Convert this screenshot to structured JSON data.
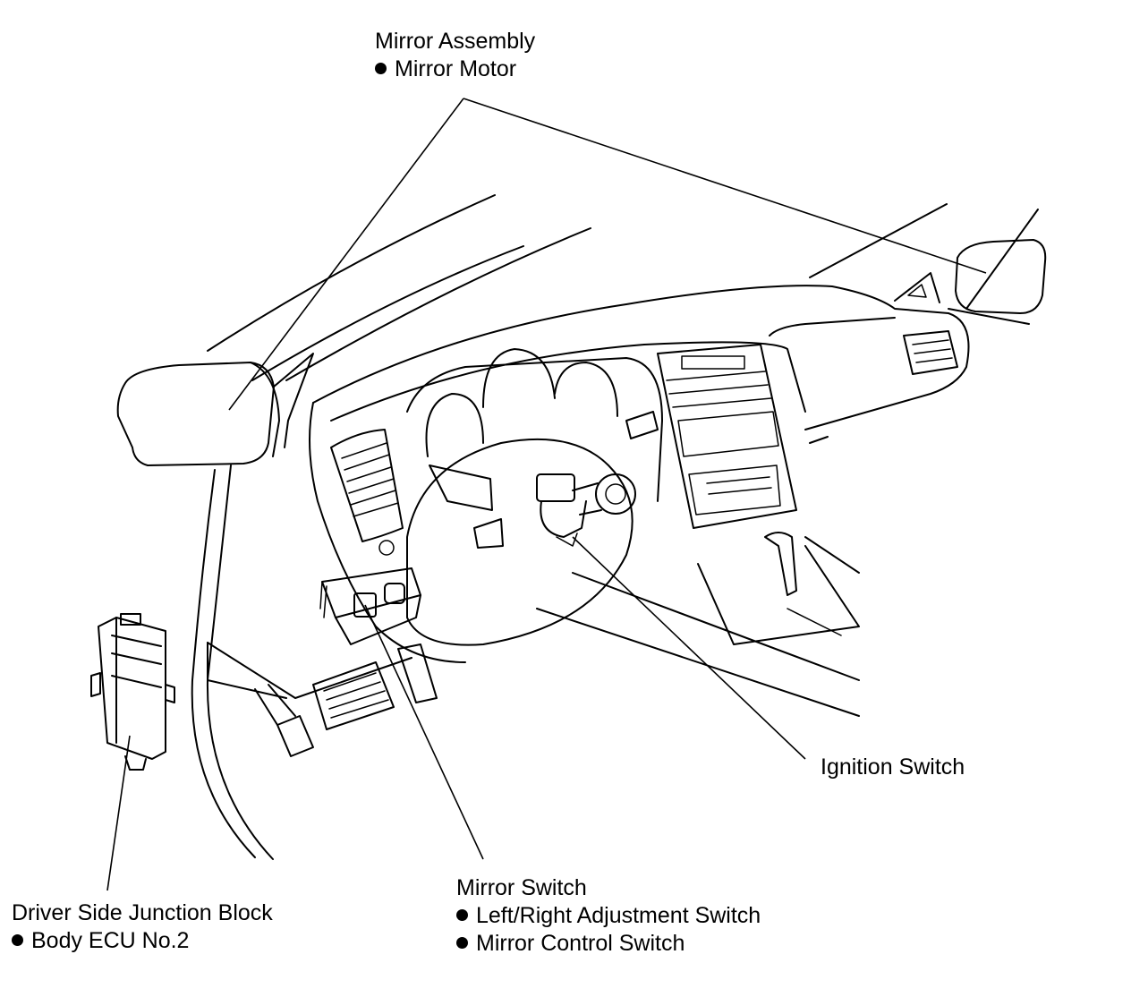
{
  "labels": {
    "mirror_assembly": {
      "title": "Mirror Assembly",
      "items": [
        "Mirror Motor"
      ]
    },
    "ignition_switch": {
      "title": "Ignition Switch"
    },
    "mirror_switch": {
      "title": "Mirror Switch",
      "items": [
        "Left/Right Adjustment Switch",
        "Mirror Control Switch"
      ]
    },
    "junction_block": {
      "title": "Driver Side Junction Block",
      "items": [
        "Body ECU No.2"
      ]
    }
  },
  "colors": {
    "line": "#000000",
    "background": "#ffffff"
  }
}
